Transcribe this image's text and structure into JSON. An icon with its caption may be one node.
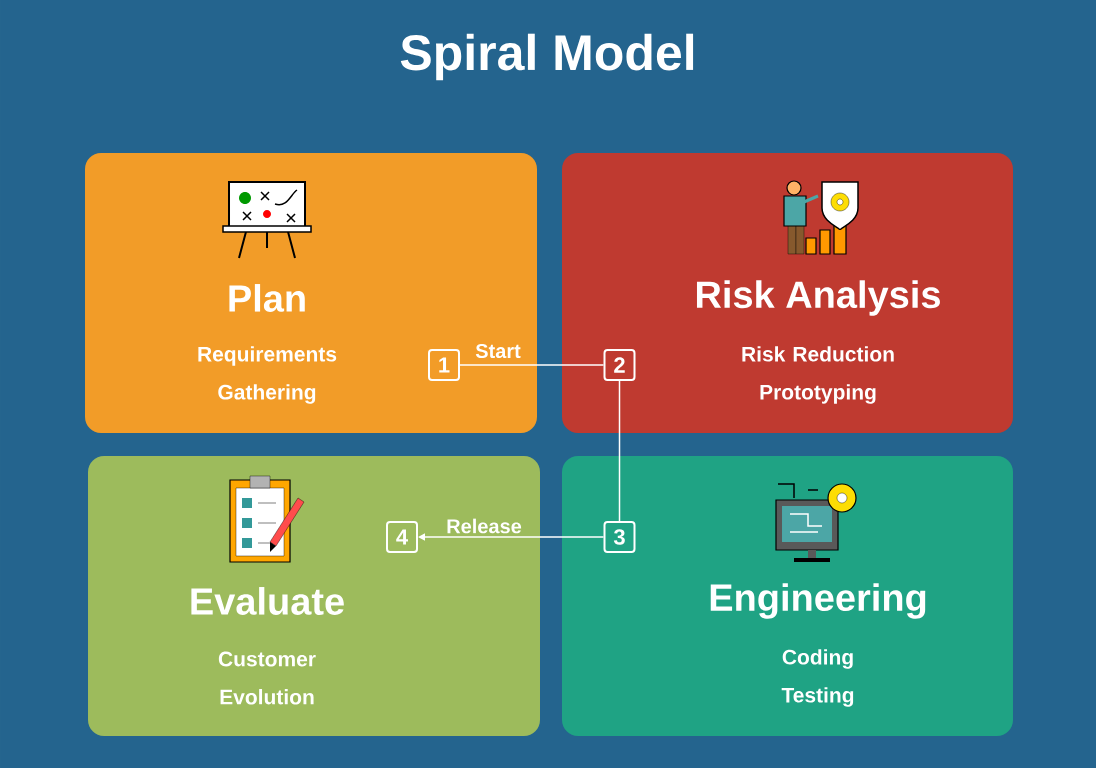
{
  "diagram": {
    "title": "Spiral Model",
    "nodes": [
      {
        "text": [
          "Plan",
          "Requirements Gathering"
        ]
      },
      {
        "text": [
          "Risk Analysis",
          "Risk Reduction Prototyping"
        ]
      },
      {
        "text": [
          "Evaluate",
          "Customer Evolution"
        ]
      },
      {
        "text": [
          "Engineering",
          "Coding Testing"
        ]
      },
      {
        "text": [
          "1"
        ],
        "in": 0
      },
      {
        "text": [
          "2"
        ],
        "in": 1
      },
      {
        "text": [
          "4"
        ],
        "in": 2
      },
      {
        "text": [
          "3"
        ],
        "in": 3
      }
    ],
    "edges": [
      {
        "from": 4,
        "to": 5,
        "arrow": "none",
        "label": "Start"
      },
      {
        "from": 5,
        "to": 7,
        "arrow": "none"
      },
      {
        "from": 7,
        "to": 6,
        "arrow": "to",
        "label": "Release"
      }
    ]
  }
}
